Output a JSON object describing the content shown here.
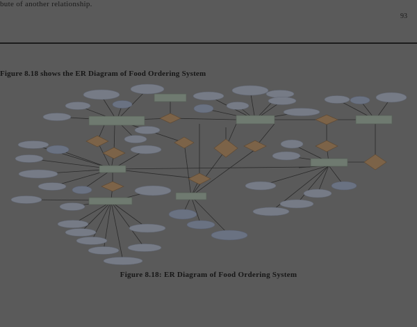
{
  "page": {
    "top_text": "bute of another relationship.",
    "page_number": "93",
    "intro": "Figure 8.18 shows the ER Diagram of Food Ordering System",
    "caption": "Figure 8.18: ER Diagram of Food Ordering System"
  },
  "colors": {
    "attribute": "#767b86",
    "entity": "#6f7a70",
    "relationship": "#7c6348",
    "background": "#5a5a5a"
  }
}
